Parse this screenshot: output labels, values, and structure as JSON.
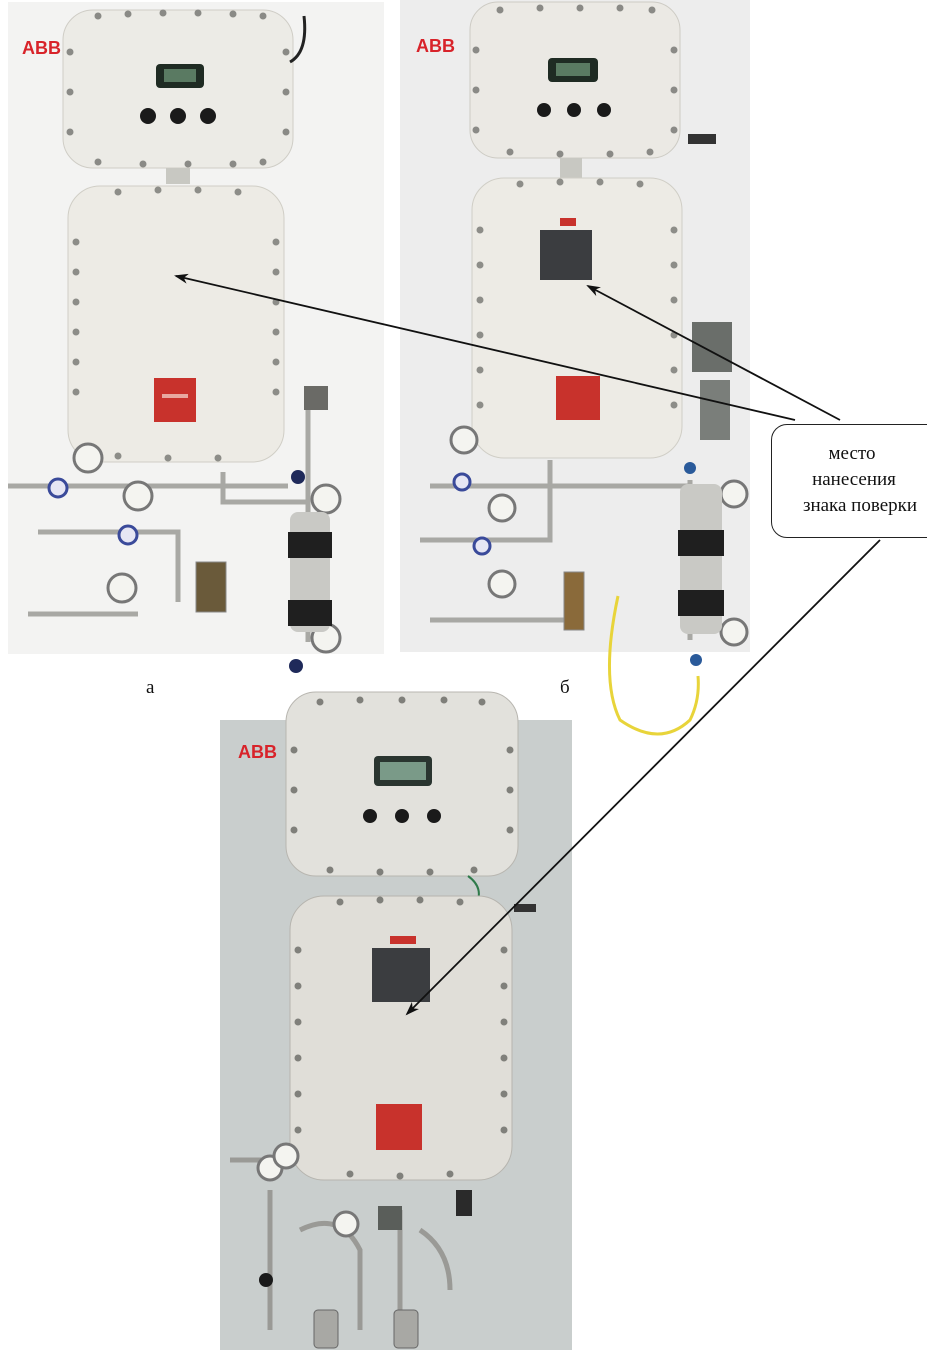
{
  "panels": [
    {
      "id": "a",
      "label": "а",
      "brand": "ABB"
    },
    {
      "id": "b",
      "label": "б",
      "brand": "ABB"
    },
    {
      "id": "c",
      "label": "",
      "brand": "ABB"
    }
  ],
  "callout": {
    "line1": "место",
    "line2": "нанесения",
    "line3": "знака поверки"
  },
  "colors": {
    "enclosure": "#eceae4",
    "panel_bg_a": "#f3f3f2",
    "panel_bg_b": "#ededed",
    "panel_bg_c": "#c9cecd",
    "brand_red": "#d8232a",
    "label_red": "#c8322c",
    "cable_yellow": "#e8d43a"
  }
}
